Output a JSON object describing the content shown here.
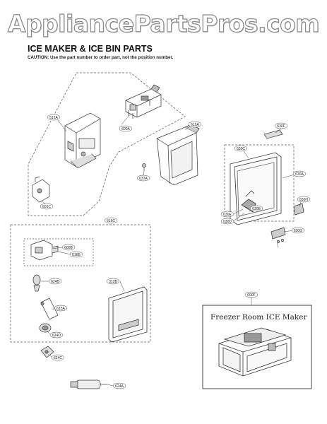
{
  "watermark": "AppliancePartsPros.com",
  "header": {
    "title": "ICE MAKER & ICE BIN PARTS",
    "caution": "CAUTION: Use the part number to order part, not the position number."
  },
  "callouts": {
    "p512A": "512A",
    "p600A": "600A",
    "p615A": "615A",
    "p637A": "637A",
    "p601C": "601C",
    "p630F": "630F",
    "p630C": "630C",
    "p630A": "630A",
    "p630B": "630B",
    "p630E": "630E",
    "p630H": "630H",
    "p630G": "630G",
    "p630D": "630D",
    "p616C": "616C",
    "p600B": "600B",
    "p616B": "616B",
    "p624B": "624B",
    "p312B": "312B",
    "p615A2": "615A",
    "p624D": "624D",
    "p624C": "624C",
    "p624A": "624A",
    "p600F": "600F"
  },
  "freezer_box": {
    "title": "Freezer Room ICE Maker"
  }
}
